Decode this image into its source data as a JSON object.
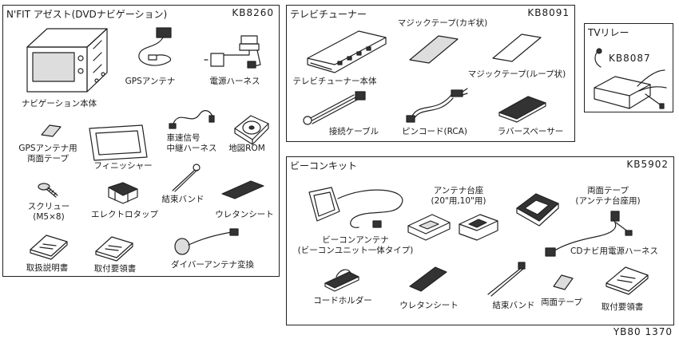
{
  "nfit": {
    "title": "N'FIT アゼスト(DVDナビゲーション)",
    "code": "KB8260",
    "items": {
      "navi": "ナビゲーション本体",
      "gps_antenna": "GPSアンテナ",
      "power_harness": "電源ハーネス",
      "gps_tape": "GPSアンテナ用\n両面テープ",
      "finisher": "フィニッシャー",
      "speed_signal": "車速信号\n中継ハーネス",
      "map_rom": "地図ROM",
      "screw": "スクリュー\n(M5×8)",
      "electro_tap": "エレクトロタップ",
      "cable_tie": "結束バンド",
      "urethane": "ウレタンシート",
      "manual": "取扱説明書",
      "install_guide": "取付要領書",
      "diversity": "ダイバーアンテナ変換"
    }
  },
  "tuner": {
    "title": "テレビチューナー",
    "code": "KB8091",
    "items": {
      "tape_hook": "マジックテープ(カギ状)",
      "tuner_body": "テレビチューナー本体",
      "tape_loop": "マジックテープ(ループ状)",
      "cable": "接続ケーブル",
      "pin_cord": "ピンコード(RCA)",
      "rubber_spacer": "ラバースペーサー"
    }
  },
  "relay": {
    "title": "TVリレー",
    "code": "KB8087"
  },
  "beacon": {
    "title": "ビーコンキット",
    "code": "KB5902",
    "items": {
      "antenna_base": "アンテナ台座\n(20\"用,10\"用)",
      "double_tape": "両面テープ\n(アンテナ台座用)",
      "beacon_antenna": "ビーコンアンテナ\n(ビーコンユニット一体タイプ)",
      "cd_harness": "CDナビ用電源ハーネス",
      "cord_holder": "コードホルダー",
      "urethane": "ウレタンシート",
      "cable_tie": "結束バンド",
      "tape": "両面テープ",
      "install_guide": "取付要領書"
    }
  },
  "footer": "YB80 1370"
}
